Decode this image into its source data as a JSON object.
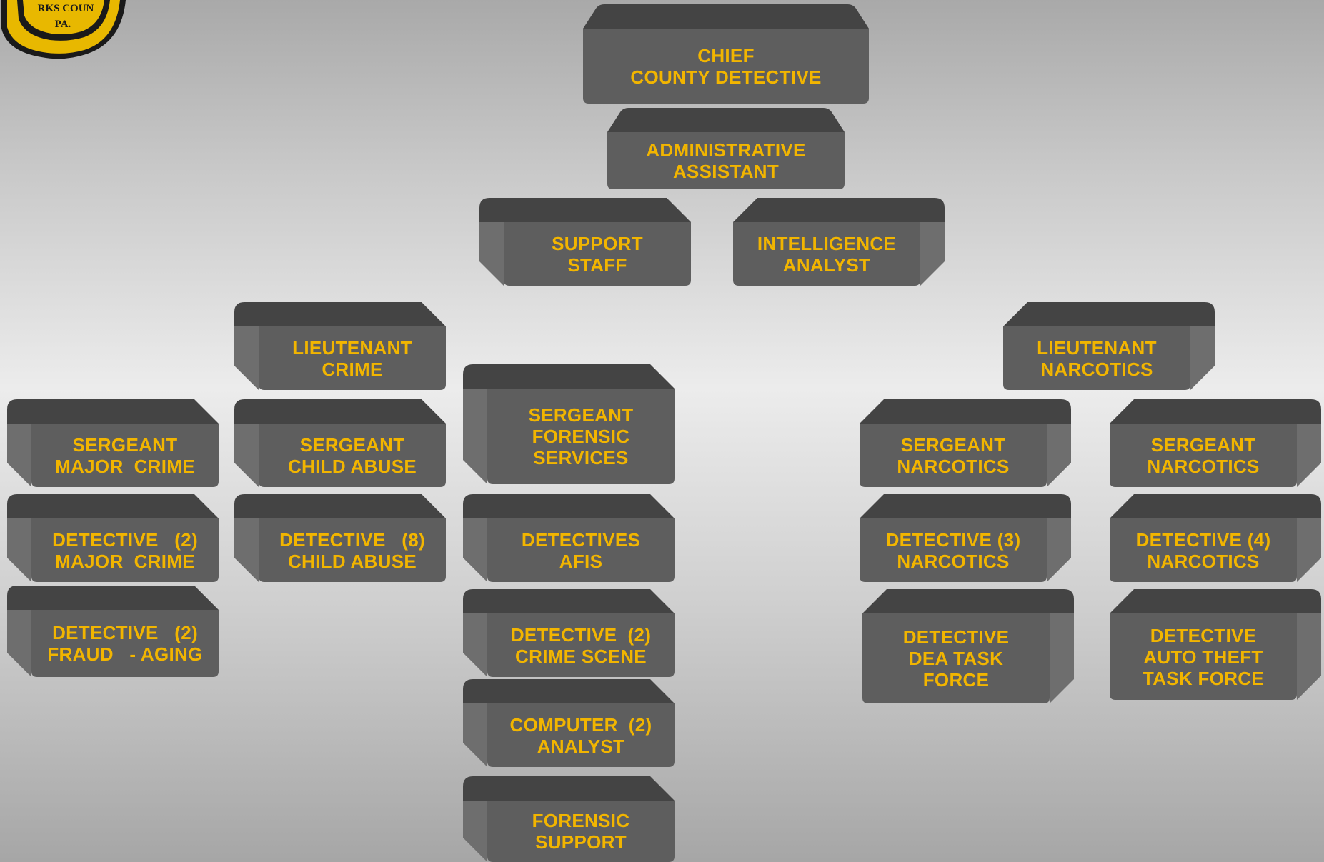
{
  "badge": {
    "text_top": "RKS COUN",
    "text_bottom": "PA.",
    "colors": {
      "gold": "#e8b800",
      "dark": "#1a1a1a"
    }
  },
  "colors": {
    "box_front": "#5e5e5e",
    "box_top": "#444444",
    "box_side": "#6e6e6e",
    "text": "#f2b500"
  },
  "boxes": [
    {
      "id": "chief",
      "lines": [
        "CHIEF",
        "COUNTY DETECTIVE"
      ]
    },
    {
      "id": "admin",
      "lines": [
        "ADMINISTRATIVE",
        "ASSISTANT"
      ]
    },
    {
      "id": "support-staff",
      "lines": [
        "SUPPORT",
        "STAFF"
      ]
    },
    {
      "id": "intelligence",
      "lines": [
        "INTELLIGENCE",
        "ANALYST"
      ]
    },
    {
      "id": "lt-crime",
      "lines": [
        "LIEUTENANT",
        "CRIME"
      ]
    },
    {
      "id": "lt-narcotics",
      "lines": [
        "LIEUTENANT",
        "NARCOTICS"
      ]
    },
    {
      "id": "sgt-major-crime",
      "lines": [
        "SERGEANT",
        "MAJOR  CRIME"
      ]
    },
    {
      "id": "sgt-child-abuse",
      "lines": [
        "SERGEANT",
        "CHILD ABUSE"
      ]
    },
    {
      "id": "sgt-forensic",
      "lines": [
        "SERGEANT",
        "FORENSIC",
        "SERVICES"
      ]
    },
    {
      "id": "sgt-narcotics-1",
      "lines": [
        "SERGEANT",
        "NARCOTICS"
      ]
    },
    {
      "id": "sgt-narcotics-2",
      "lines": [
        "SERGEANT",
        "NARCOTICS"
      ]
    },
    {
      "id": "det-major-crime",
      "lines": [
        "DETECTIVE   (2)",
        "MAJOR  CRIME"
      ]
    },
    {
      "id": "det-child-abuse",
      "lines": [
        "DETECTIVE   (8)",
        "CHILD ABUSE"
      ]
    },
    {
      "id": "det-afis",
      "lines": [
        "DETECTIVES",
        "AFIS"
      ]
    },
    {
      "id": "det-narcotics-3",
      "lines": [
        "DETECTIVE (3)",
        "NARCOTICS"
      ]
    },
    {
      "id": "det-narcotics-4",
      "lines": [
        "DETECTIVE (4)",
        "NARCOTICS"
      ]
    },
    {
      "id": "det-fraud",
      "lines": [
        "DETECTIVE   (2)",
        "FRAUD   - AGING"
      ]
    },
    {
      "id": "det-crime-scene",
      "lines": [
        "DETECTIVE  (2)",
        "CRIME SCENE"
      ]
    },
    {
      "id": "det-dea",
      "lines": [
        "DETECTIVE",
        "DEA TASK",
        "FORCE"
      ]
    },
    {
      "id": "det-auto-theft",
      "lines": [
        "DETECTIVE",
        "AUTO THEFT",
        "TASK FORCE"
      ]
    },
    {
      "id": "computer-analyst",
      "lines": [
        "COMPUTER  (2)",
        "ANALYST"
      ]
    },
    {
      "id": "forensic-support",
      "lines": [
        "FORENSIC",
        "SUPPORT"
      ]
    }
  ]
}
